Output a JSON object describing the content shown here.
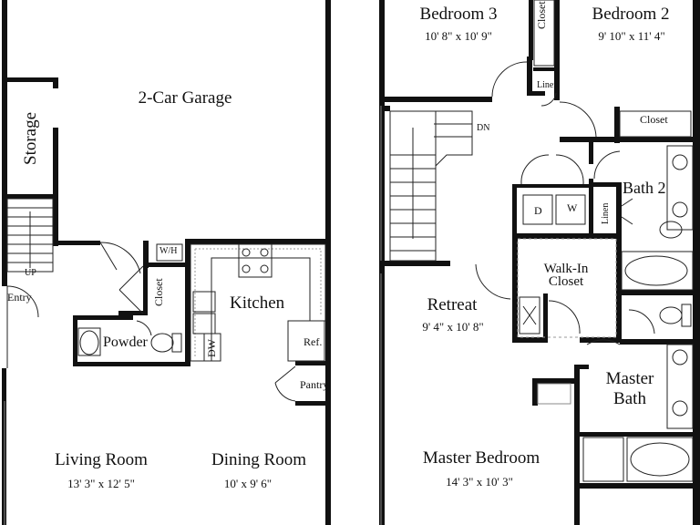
{
  "first_floor": {
    "garage": {
      "name": "2-Car Garage"
    },
    "storage": {
      "name": "Storage"
    },
    "stairs_up": "UP",
    "entry": "Entry",
    "wh": "W/H",
    "closet": "Closet",
    "kitchen": "Kitchen",
    "powder": "Powder",
    "dw": "DW",
    "ref": "Ref.",
    "pantry": "Pantry",
    "living_room": {
      "name": "Living Room",
      "size": "13' 3\" x 12' 5\""
    },
    "dining_room": {
      "name": "Dining Room",
      "size": "10' x 9' 6\""
    }
  },
  "second_floor": {
    "bedroom3": {
      "name": "Bedroom 3",
      "size": "10' 8\" x 10' 9\""
    },
    "bedroom2": {
      "name": "Bedroom 2",
      "size": "9' 10\" x 11' 4\""
    },
    "closet_top": "Closet",
    "linen_top": "Linen",
    "closet_bed2": "Closet",
    "stairs_dn": "DN",
    "dryer": "D",
    "washer": "W",
    "linen_bath": "Linen",
    "bath2": "Bath 2",
    "walkin_line1": "Walk-In",
    "walkin_line2": "Closet",
    "retreat": {
      "name": "Retreat",
      "size": "9' 4\" x 10' 8\""
    },
    "master_bath_line1": "Master",
    "master_bath_line2": "Bath",
    "master_bedroom": {
      "name": "Master Bedroom",
      "size": "14' 3\" x 10' 3\""
    }
  }
}
